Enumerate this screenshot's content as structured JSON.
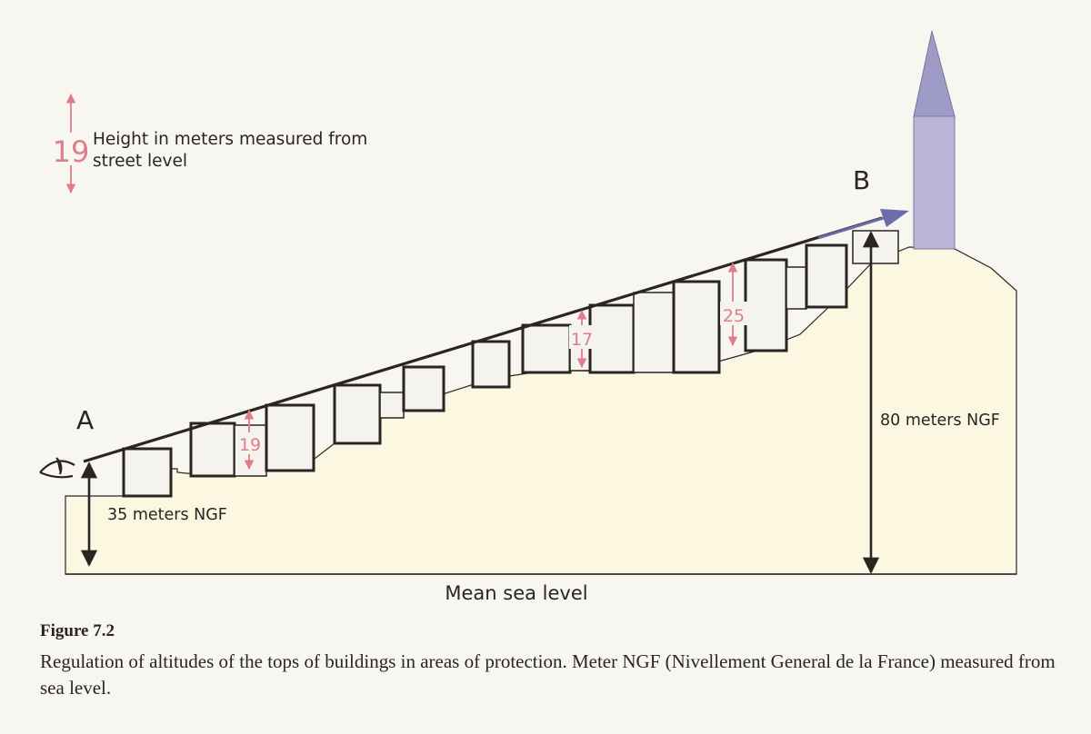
{
  "legend": {
    "number": "19",
    "text": "Height in meters measured from street level"
  },
  "points": {
    "a": "A",
    "b": "B"
  },
  "labels": {
    "left_altitude": "35 meters NGF",
    "right_altitude": "80 meters NGF",
    "sea_level": "Mean sea level"
  },
  "building_heights": [
    "19",
    "17",
    "25"
  ],
  "caption": {
    "title": "Figure 7.2",
    "text": "Regulation of altitudes of the tops of buildings in areas of protection. Meter NGF (Nivellement General de la France) measured from sea level."
  },
  "colors": {
    "ground": "#fbf7e1",
    "building": "#f4f3ee",
    "tower": "#b9b6d8",
    "sight_arrow": "#6c6ca8",
    "height_marker": "#e07d8a",
    "ink": "#2a2523"
  },
  "icons": {
    "eye": "eye-icon",
    "tower": "church-spire"
  }
}
